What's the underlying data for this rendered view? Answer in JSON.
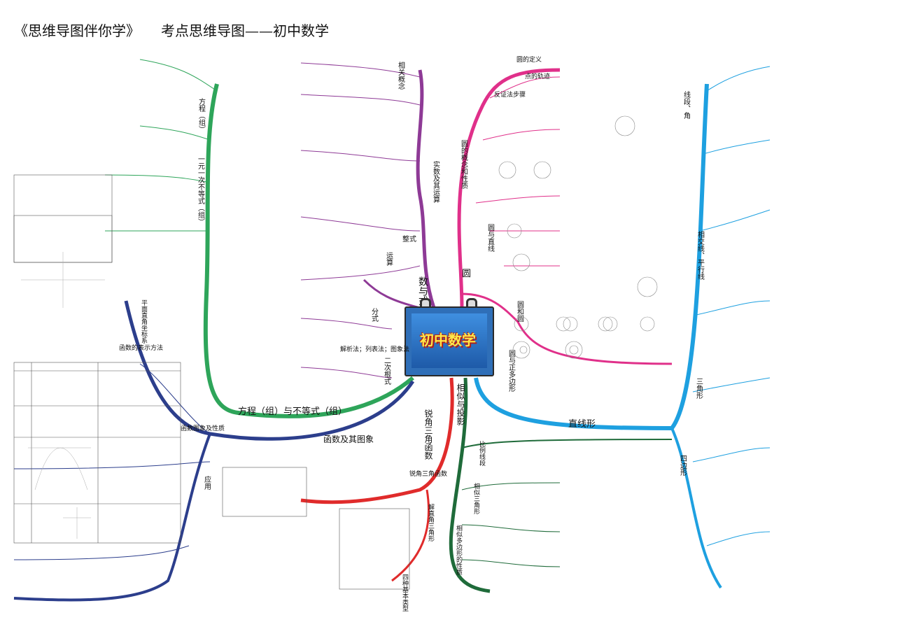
{
  "header": {
    "book": "《思维导图伴你学》",
    "subtitle": "考点思维导图——初中数学"
  },
  "center": {
    "title": "初中数学"
  },
  "branches": {
    "num": {
      "label": "数与式",
      "color": "#8e3a96",
      "subs": [
        "相关概念",
        "实数及其运算",
        "整式",
        "运算",
        "分式",
        "二次根式"
      ]
    },
    "eq": {
      "label": "方程（组）与不等式（组）",
      "color": "#2ea55a",
      "subs": [
        "方程（组）",
        "一元一次不等式（组）"
      ]
    },
    "func": {
      "label": "函数及其图象",
      "color": "#2c3e8c",
      "subs": [
        "平面直角坐标系",
        "函数图象及性质",
        "应用",
        "函数的表示方法"
      ]
    },
    "trig": {
      "label": "锐角三角函数",
      "color": "#e02b2b",
      "subs": [
        "锐角三角函数",
        "解直角三角形",
        "四种基本类型"
      ]
    },
    "sim": {
      "label": "相似与投影",
      "color": "#1f6b3a",
      "subs": [
        "比例线段",
        "相似三角形",
        "相似多边形的性质"
      ]
    },
    "circle": {
      "label": "圆",
      "color": "#e0308a",
      "subs": [
        "圆的概念和性质",
        "圆与直线",
        "圆和圆",
        "圆与正多边形"
      ]
    },
    "line": {
      "label": "直线形",
      "color": "#1ea0e0",
      "subs": [
        "线段、角",
        "相交线、平行线",
        "三角形",
        "四边形"
      ]
    }
  },
  "notes": {
    "func_methods": "解析法；列表法；图象法",
    "circle_def": "圆的定义",
    "circle_pos": "点的轨迹",
    "circle_proof": "反证法步骤",
    "line_summary": "线段、角"
  }
}
